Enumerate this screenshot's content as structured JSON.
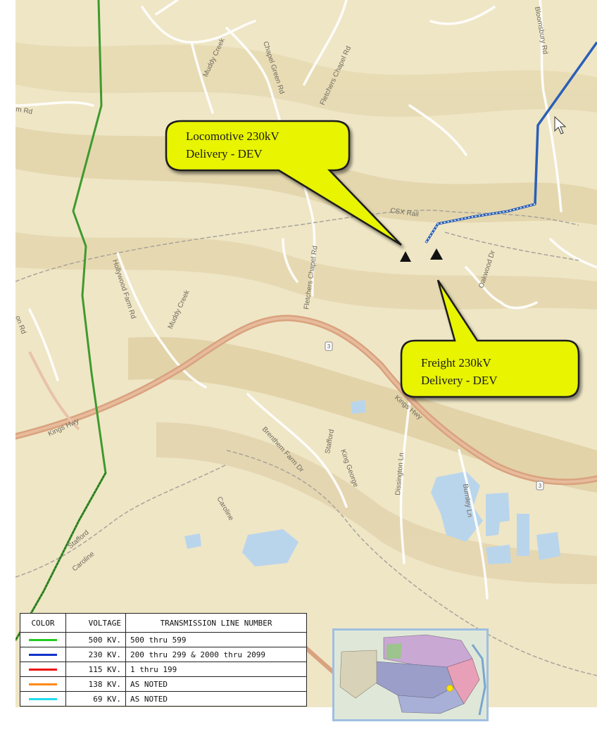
{
  "callouts": [
    {
      "line1": "Locomotive 230kV",
      "line2": "Delivery - DEV"
    },
    {
      "line1": "Freight 230kV",
      "line2": "Delivery - DEV"
    }
  ],
  "road_labels": {
    "chapel_green": "Chapel Green Rd",
    "fletchers_top": "Fletchers Chapel Rd",
    "bloomsbury": "Bloomsbury Rd",
    "left_rd": "m Rd",
    "csx": "CSX Rail",
    "fletchers_mid": "Fletchers Chapel Rd",
    "hollywood": "Hollywood Farm Rd",
    "muddy1": "Muddy Creek",
    "muddy2": "Muddy Creek",
    "on_rd": "on Rd",
    "kings_hwy_left": "Kings Hwy",
    "kings_hwy_right": "Kings Hwy",
    "brenthem": "Brenthem Farm Dr",
    "dissington": "Dissington Ln",
    "burnley": "Burnley Ln",
    "oakwood": "Oakwood Dr",
    "stafford_kg": "Stafford",
    "king_george": "King George",
    "caroline_mid": "Caroline",
    "caroline_low": "Caroline",
    "stafford_low": "Stafford",
    "route": "3"
  },
  "legend": {
    "headers": [
      "COLOR",
      "VOLTAGE",
      "TRANSMISSION LINE NUMBER"
    ],
    "rows": [
      {
        "color": "#22cc22",
        "voltage": "500 KV.",
        "numbers": "500 thru 599"
      },
      {
        "color": "#1133cc",
        "voltage": "230 KV.",
        "numbers": "200 thru 299 & 2000 thru 2099"
      },
      {
        "color": "#ee1111",
        "voltage": "115 KV.",
        "numbers": "1 thru 199"
      },
      {
        "color": "#ff8811",
        "voltage": "138 KV.",
        "numbers": "AS NOTED"
      },
      {
        "color": "#22ddee",
        "voltage": "69 KV.",
        "numbers": "AS NOTED"
      }
    ]
  },
  "colors": {
    "terrain": "#efe6c6",
    "line_500kv": "#3f9a2e",
    "line_230kv": "#2a5fb8",
    "highway": "#d9a27e",
    "water": "#b9d5ec",
    "callout_fill": "#e8f400"
  },
  "icons": [
    "substation-triangle-icon",
    "cursor-arrow-icon"
  ]
}
